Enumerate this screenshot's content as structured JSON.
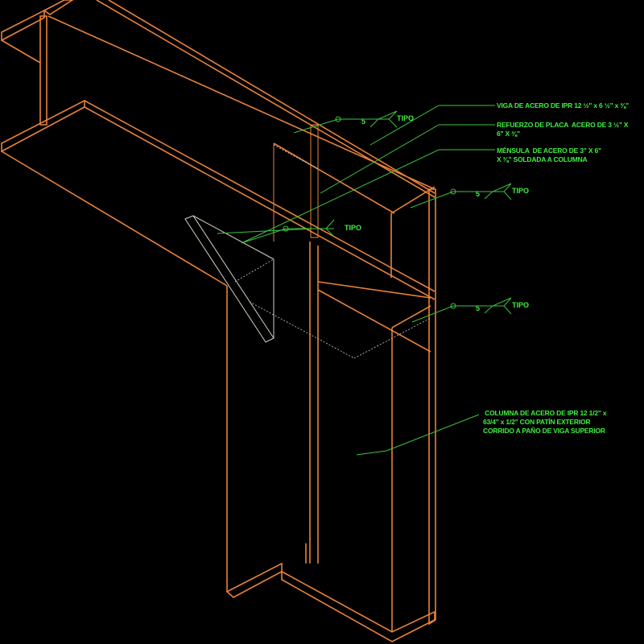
{
  "drawing": {
    "type": "isometric steel connection detail",
    "colors": {
      "background": "#000000",
      "steel": "#e8823a",
      "annotation": "#3fc23f",
      "hidden": "#cfcfcf"
    }
  },
  "annotations": [
    {
      "id": "viga",
      "text": "VIGA DE ACERO DE IPR 12 ½\" x 6 ½\" x ⅜\""
    },
    {
      "id": "refuerzo",
      "text": "REFUERZO DE PLACA  ACERO DE 3 ½\" X\n6\" X ⅜\""
    },
    {
      "id": "mensula",
      "text": "MÉNSULA  DE ACERO DE 3\" X 6\"\nX ⅜\" SOLDADA A COLUMNA"
    },
    {
      "id": "columna",
      "text": " COLUMNA DE ACERO DE IPR 12 1/2\" x\n63/4\" x 1/2\" CON PATÍN EXTERIOR\nCORRIDO A PAÑO DE VIGA SUPERIOR"
    }
  ],
  "welds": [
    {
      "id": "weld-1",
      "size": "5",
      "note": "TIPO"
    },
    {
      "id": "weld-2",
      "size": "5",
      "note": "TIPO"
    },
    {
      "id": "weld-3",
      "size": "5",
      "note": "TIPO"
    },
    {
      "id": "weld-4",
      "note": "TIPO"
    }
  ]
}
